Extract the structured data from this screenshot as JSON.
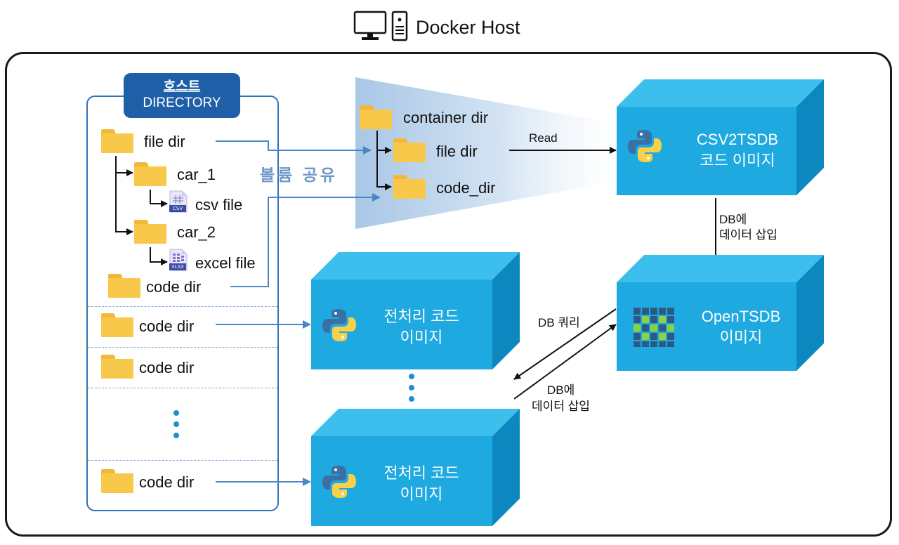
{
  "title": {
    "text": "Docker Host",
    "icon": "computer-server-icon"
  },
  "host": {
    "badge_line1": "호스트",
    "badge_line2": "DIRECTORY",
    "file_dir": "file dir",
    "car_1": "car_1",
    "csv_file": "csv file",
    "csv_badge": "CSV",
    "car_2": "car_2",
    "excel_file": "excel file",
    "xlsx_badge": "XLSX",
    "code_dir_1": "code dir",
    "code_dir_2": "code dir",
    "code_dir_3": "code dir",
    "code_dir_4": "code dir"
  },
  "volume_share_label": "볼륨 공유",
  "container": {
    "container_dir": "container dir",
    "file_dir": "file dir",
    "code_dir": "code_dir"
  },
  "edges": {
    "read": "Read",
    "db_insert_top_1": "DB에",
    "db_insert_top_2": "데이터 삽입",
    "db_query": "DB 쿼리",
    "db_insert_mid_1": "DB에",
    "db_insert_mid_2": "데이터 삽입"
  },
  "images": {
    "csv2tsdb_1": "CSV2TSDB",
    "csv2tsdb_2": "코드 이미지",
    "opentsdb_1": "OpenTSDB",
    "opentsdb_2": "이미지",
    "pre1_1": "전처리 코드",
    "pre1_2": "이미지",
    "pre2_1": "전처리 코드",
    "pre2_2": "이미지"
  },
  "colors": {
    "cube_front": "#1fa9e1",
    "cube_top": "#3dbfee",
    "cube_side": "#0d87bf",
    "frame_blue": "#2f74b5",
    "badge_blue": "#1f5fa8",
    "folder_yellow": "#f8c84a",
    "arrow_blue": "#4a86c6"
  }
}
